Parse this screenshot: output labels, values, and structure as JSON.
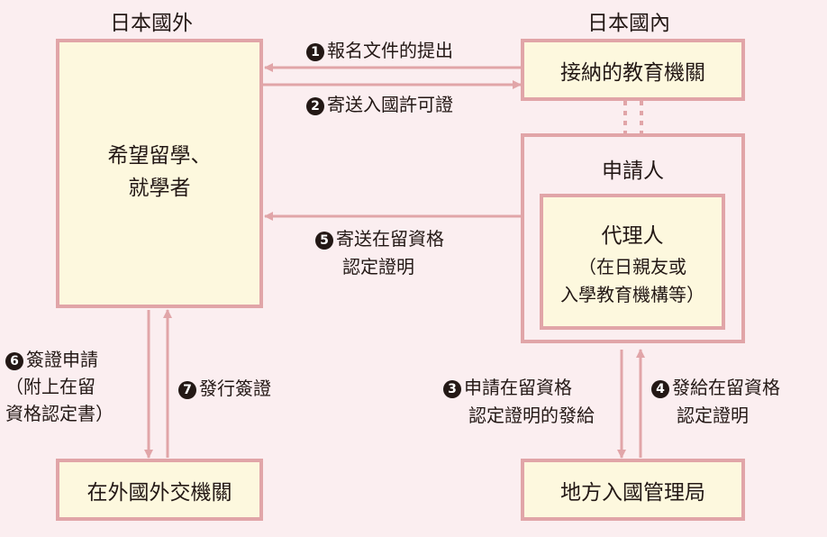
{
  "headings": {
    "abroad": "日本國外",
    "domestic": "日本國內"
  },
  "boxes": {
    "applicant_abroad": {
      "line1": "希望留學、",
      "line2": "就學者"
    },
    "institution": "接納的教育機關",
    "sponsor": "申請人",
    "agent": {
      "title": "代理人",
      "note1": "（在日親友或",
      "note2": "入學教育機構等）"
    },
    "embassy": "在外國外交機關",
    "immigration": "地方入國管理局"
  },
  "steps": [
    {
      "num": "1",
      "text": "報名文件的提出"
    },
    {
      "num": "2",
      "text": "寄送入國許可證"
    },
    {
      "num": "3",
      "line1": "申請在留資格",
      "line2": "認定證明的發給"
    },
    {
      "num": "4",
      "line1": "發給在留資格",
      "line2": "認定證明"
    },
    {
      "num": "5",
      "line1": "寄送在留資格",
      "line2": "認定證明"
    },
    {
      "num": "6",
      "line1": "簽證申請",
      "line2": "（附上在留",
      "line3": "資格認定書）"
    },
    {
      "num": "7",
      "text": "發行簽證"
    }
  ],
  "colors": {
    "background": "#fbeef0",
    "box_fill": "#fdf8de",
    "border": "#e1a5a8",
    "arrow": "#e1a5a8",
    "text": "#231815"
  }
}
